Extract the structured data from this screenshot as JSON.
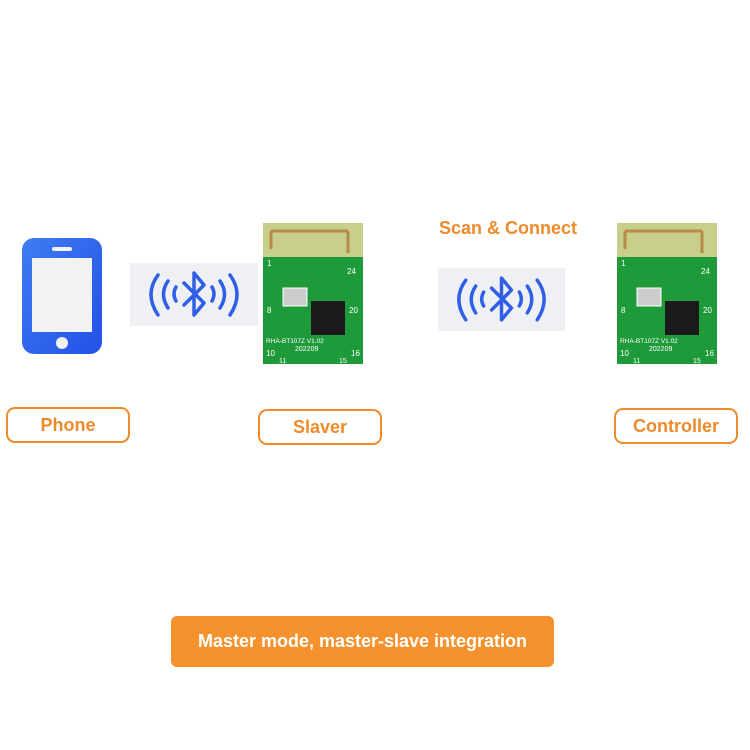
{
  "labels": {
    "phone": "Phone",
    "slaver": "Slaver",
    "controller": "Controller"
  },
  "scan_connect": "Scan & Connect",
  "banner": "Master mode, master-slave integration",
  "module": {
    "model": "RHA-BT107Z V1.02",
    "date": "202209",
    "pins": [
      "1",
      "24",
      "8",
      "20",
      "10",
      "11",
      "15",
      "16"
    ]
  },
  "icons": [
    "phone-icon",
    "bluetooth-signal-icon",
    "bluetooth-module-image"
  ],
  "colors": {
    "accent": "#ef8a2a",
    "banner": "#f5922e",
    "bluetooth_blue": "#2f5fe6",
    "pcb_green": "#1f9a3a"
  }
}
